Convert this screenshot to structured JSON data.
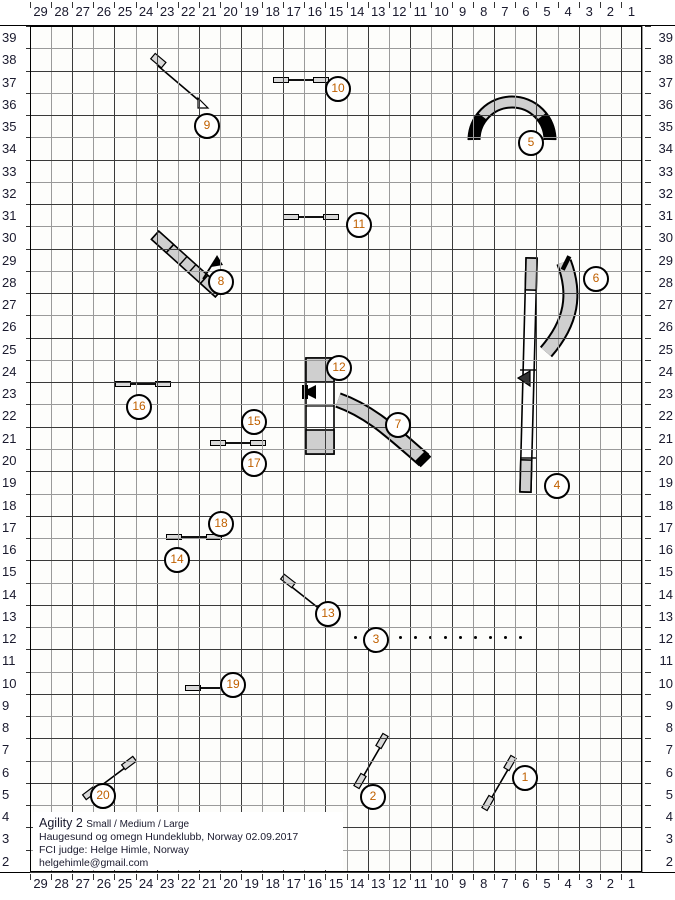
{
  "course": {
    "title": "Agility 2",
    "classes": "Small / Medium / Large",
    "club_line": "Haugesund og omegn Hundeklubb, Norway 02.09.2017",
    "judge_line": "FCI judge: Helge Himle, Norway",
    "email": "helgehimle@gmail.com"
  },
  "axes": {
    "x_top": [
      29,
      28,
      27,
      26,
      25,
      24,
      23,
      22,
      21,
      20,
      19,
      18,
      17,
      16,
      15,
      14,
      13,
      12,
      11,
      10,
      9,
      8,
      7,
      6,
      5,
      4,
      3,
      2,
      1
    ],
    "x_bottom": [
      29,
      28,
      27,
      26,
      25,
      24,
      23,
      22,
      21,
      20,
      19,
      18,
      17,
      16,
      15,
      14,
      13,
      12,
      11,
      10,
      9,
      8,
      7,
      6,
      5,
      4,
      3,
      2,
      1
    ],
    "y_left": [
      39,
      38,
      37,
      36,
      35,
      34,
      33,
      32,
      31,
      30,
      29,
      28,
      27,
      26,
      25,
      24,
      23,
      22,
      21,
      20,
      19,
      18,
      17,
      16,
      15,
      14,
      13,
      12,
      11,
      10,
      9,
      8,
      7,
      6,
      5,
      4,
      3,
      2
    ],
    "y_right": [
      39,
      38,
      37,
      36,
      35,
      34,
      33,
      32,
      31,
      30,
      29,
      28,
      27,
      26,
      25,
      24,
      23,
      22,
      21,
      20,
      19,
      18,
      17,
      16,
      15,
      14,
      13,
      12,
      11,
      10,
      9,
      8,
      7,
      6,
      5,
      4,
      3,
      2
    ]
  },
  "chart_data": {
    "type": "scatter",
    "title": "Agility 2 course plan",
    "xlabel": "",
    "ylabel": "",
    "xlim": [
      1,
      29
    ],
    "ylim": [
      2,
      39
    ],
    "grid": true,
    "legend": "none",
    "obstacles": [
      {
        "number": 1,
        "type": "jump",
        "label": "1"
      },
      {
        "number": 2,
        "type": "jump",
        "label": "2"
      },
      {
        "number": 3,
        "type": "weave",
        "label": "3",
        "poles": 12
      },
      {
        "number": 4,
        "type": "dogwalk",
        "label": "4"
      },
      {
        "number": 5,
        "type": "tire-arch",
        "label": "5"
      },
      {
        "number": 6,
        "type": "tunnel",
        "label": "6"
      },
      {
        "number": 7,
        "type": "tunnel",
        "label": "7"
      },
      {
        "number": 8,
        "type": "seesaw",
        "label": "8"
      },
      {
        "number": 9,
        "type": "jump",
        "label": "9"
      },
      {
        "number": 10,
        "type": "jump",
        "label": "10"
      },
      {
        "number": 11,
        "type": "jump",
        "label": "11"
      },
      {
        "number": 12,
        "type": "aframe",
        "label": "12"
      },
      {
        "number": 13,
        "type": "jump",
        "label": "13"
      },
      {
        "number": 14,
        "type": "jump",
        "label": "14"
      },
      {
        "number": 15,
        "type": "jump",
        "label": "15"
      },
      {
        "number": 16,
        "type": "jump",
        "label": "16"
      },
      {
        "number": 17,
        "type": "jump",
        "label": "17"
      },
      {
        "number": 18,
        "type": "jump",
        "label": "18"
      },
      {
        "number": 19,
        "type": "jump",
        "label": "19"
      },
      {
        "number": 20,
        "type": "jump",
        "label": "20"
      }
    ]
  },
  "markers": {
    "n1": "1",
    "n2": "2",
    "n3": "3",
    "n4": "4",
    "n5": "5",
    "n6": "6",
    "n7": "7",
    "n8": "8",
    "n9": "9",
    "n10": "10",
    "n11": "11",
    "n12": "12",
    "n13": "13",
    "n14": "14",
    "n15": "15",
    "n16": "16",
    "n17": "17",
    "n18": "18",
    "n19": "19",
    "n20": "20"
  },
  "colors": {
    "grid_dark": "#3a3a3a",
    "grid_light": "#9a9a9a",
    "obstacle_fill": "#d9d9d9",
    "number_text": "#b35a00",
    "label_text": "#1a1a2e"
  }
}
